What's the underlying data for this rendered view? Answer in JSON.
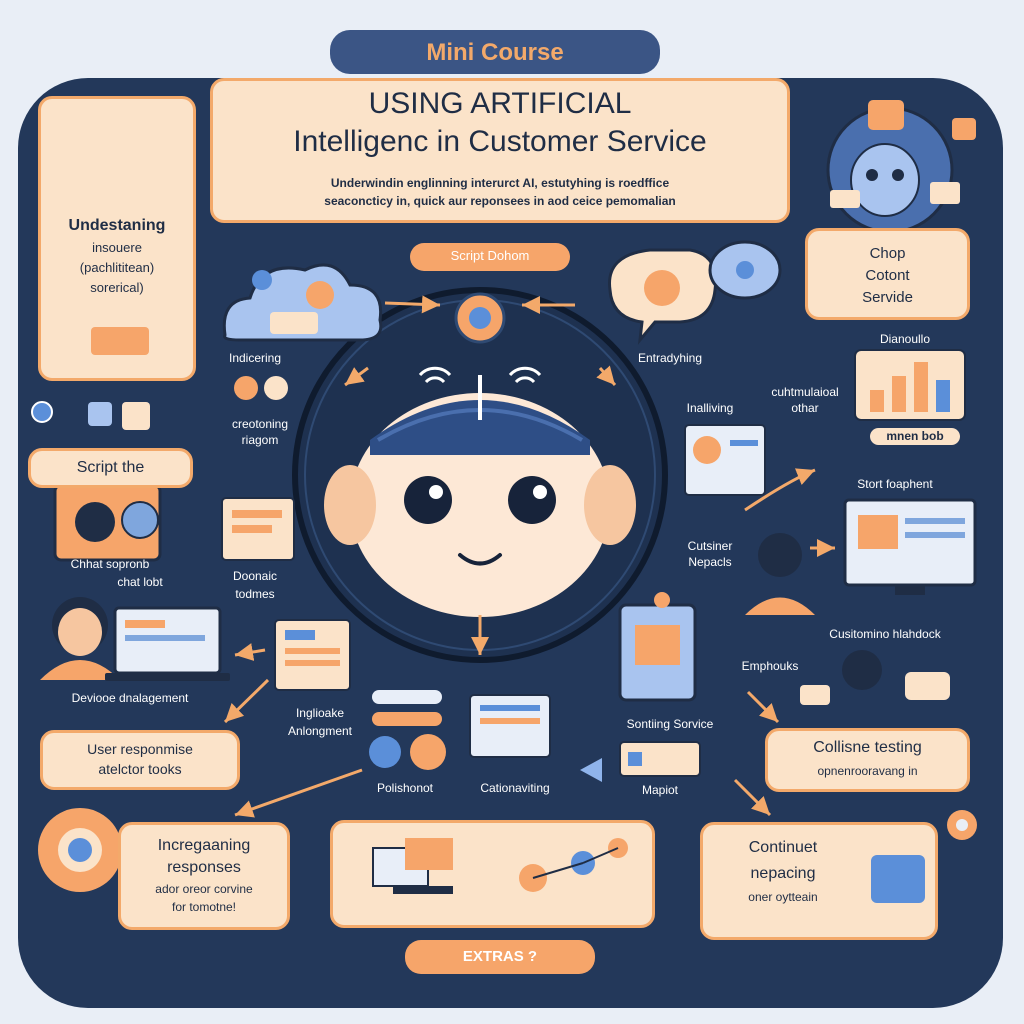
{
  "header": {
    "badge": "Mini Course",
    "title_line1": "Using Artificial",
    "title_line2": "Intelligenc in Customer Service",
    "subtitle_line1": "Underwindin englinning interurct AI, estutyhing is roedffice",
    "subtitle_line2": "seaconcticy in, quick aur reponsees in aod ceice pemomalian"
  },
  "script_pill": "Script Dohom",
  "extras_pill": "Extras ?",
  "cards": {
    "understanding": [
      "Undestaning",
      "insouere",
      "(pachlititean)",
      "sorerical)"
    ],
    "chop": [
      "Chop",
      "Cotont",
      "Servide"
    ],
    "script_the": "Script the",
    "user_response": [
      "User responmise",
      "atelctor tooks"
    ],
    "collisne": [
      "Collisne testing",
      "opnenrooravang in"
    ],
    "incregaaning": [
      "Incregaaning",
      "responses",
      "ador oreor corvine",
      "for tomotne!"
    ],
    "continuet": [
      "Continuet",
      "nepacing",
      "oner oytteain"
    ]
  },
  "labels": {
    "indicering": "Indicering",
    "creationing": [
      "creotoning",
      "riagom"
    ],
    "entradying": "Entradyhing",
    "dianouo": "Dianoullo",
    "cutuational": [
      "cuhtmulaioal",
      "othar"
    ],
    "inalliving": "Inalliving",
    "mnen_bob": "mnen bob",
    "stort": "Stort foaphent",
    "chat_support": [
      "Chhat sopronb",
      "chat lobt"
    ],
    "doonaic": [
      "Doonaic",
      "todmes"
    ],
    "cutsiner": [
      "Cutsiner",
      "Nepacls"
    ],
    "customer_hashkck": "Cusitomino hlahdock",
    "emphouks": "Emphouks",
    "device_management": "Deviooe dnalagement",
    "inglioake": [
      "Inglioake",
      "Anlongment"
    ],
    "senting_service": "Sontiing Sorvice",
    "polistonot": "Polishonot",
    "cationaviting": "Cationaviting",
    "mapict": "Mapiot"
  },
  "colors": {
    "board": "#23385a",
    "card_fill": "#fbe3c9",
    "card_border": "#f3a96a",
    "accent_orange": "#f6a56a",
    "accent_blue": "#5b8fd9",
    "background": "#e9eef6"
  }
}
